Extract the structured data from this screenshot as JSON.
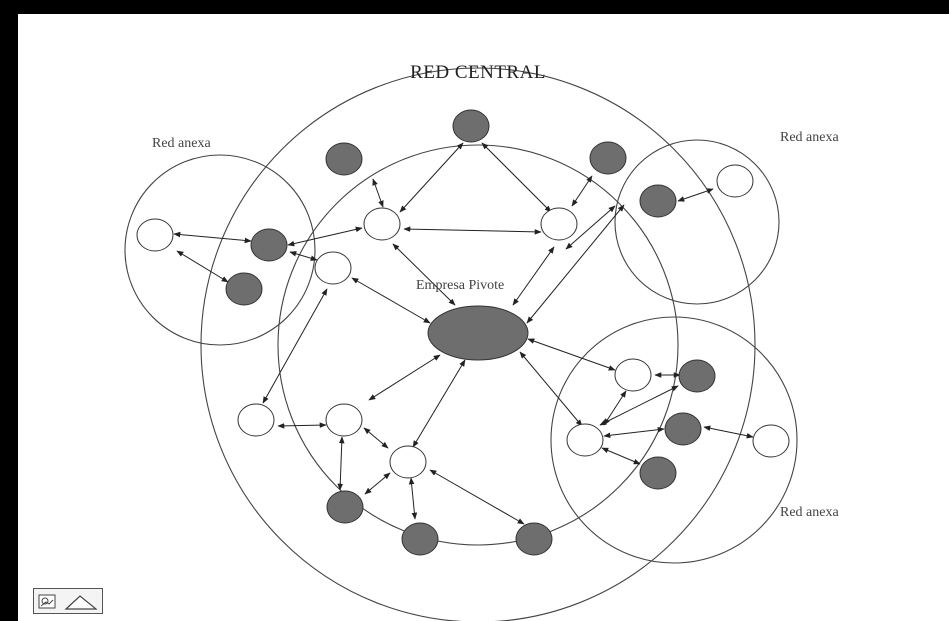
{
  "diagram": {
    "title": "RED CENTRAL",
    "labels": {
      "annex_left": "Red anexa",
      "annex_top_right": "Red anexa",
      "annex_bottom_right": "Red anexa",
      "pivot": "Empresa Pivote"
    },
    "colors": {
      "filled_node": "#6e6e6e",
      "open_node": "#ffffff",
      "stroke": "#333333",
      "background": "#ffffff",
      "frame": "#000000"
    }
  },
  "toolbar": {
    "icons": [
      "image-icon",
      "shape-icon"
    ]
  }
}
